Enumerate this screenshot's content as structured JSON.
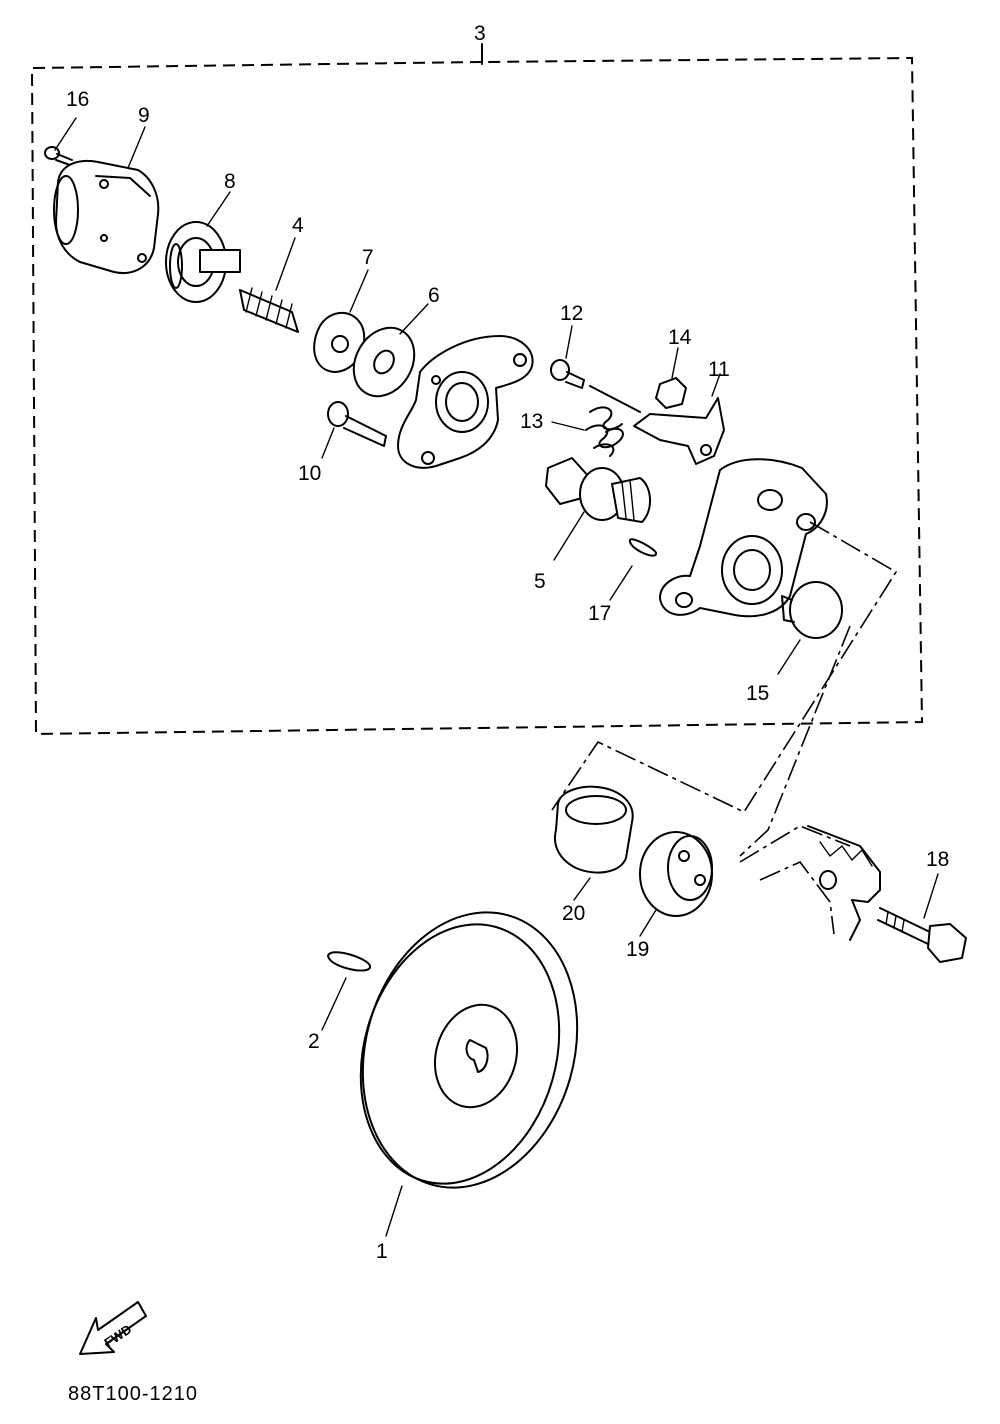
{
  "diagram": {
    "callouts": [
      {
        "id": "c1",
        "text": "1"
      },
      {
        "id": "c2",
        "text": "2"
      },
      {
        "id": "c3",
        "text": "3"
      },
      {
        "id": "c4",
        "text": "4"
      },
      {
        "id": "c5",
        "text": "5"
      },
      {
        "id": "c6",
        "text": "6"
      },
      {
        "id": "c7",
        "text": "7"
      },
      {
        "id": "c8",
        "text": "8"
      },
      {
        "id": "c9",
        "text": "9"
      },
      {
        "id": "c10",
        "text": "10"
      },
      {
        "id": "c11",
        "text": "11"
      },
      {
        "id": "c12",
        "text": "12"
      },
      {
        "id": "c13",
        "text": "13"
      },
      {
        "id": "c14",
        "text": "14"
      },
      {
        "id": "c15",
        "text": "15"
      },
      {
        "id": "c16",
        "text": "16"
      },
      {
        "id": "c17",
        "text": "17"
      },
      {
        "id": "c18",
        "text": "18"
      },
      {
        "id": "c19",
        "text": "19"
      },
      {
        "id": "c20",
        "text": "20"
      }
    ],
    "fwd_label": "FWD",
    "drawing_code": "88T100-1210"
  }
}
